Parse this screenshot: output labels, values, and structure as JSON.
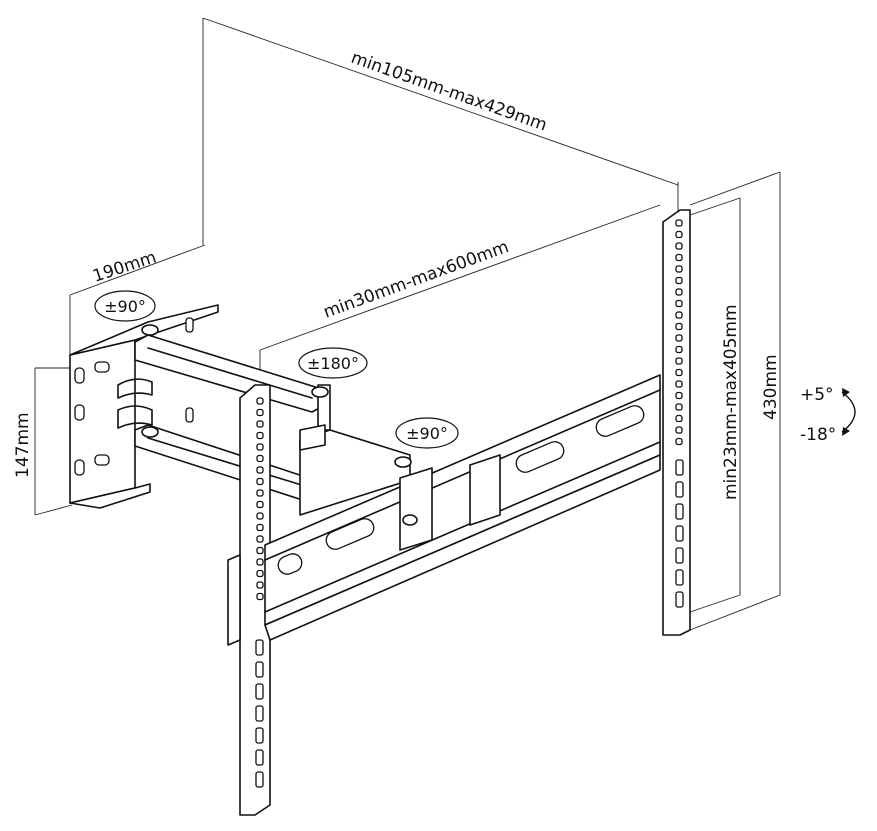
{
  "dimensions": {
    "arm_extension_bottom": "min105mm-max429mm",
    "arm_extension_top": "min30mm-max600mm",
    "wall_plate_depth": "190mm",
    "wall_plate_height": "147mm",
    "vertical_adjust": "min23mm-max405mm",
    "overall_height": "430mm"
  },
  "rotation": {
    "wall_swivel": "±90°",
    "arm_swivel": "±180°",
    "head_swivel": "±90°"
  },
  "tilt": {
    "up": "+5°",
    "down": "-18°"
  }
}
